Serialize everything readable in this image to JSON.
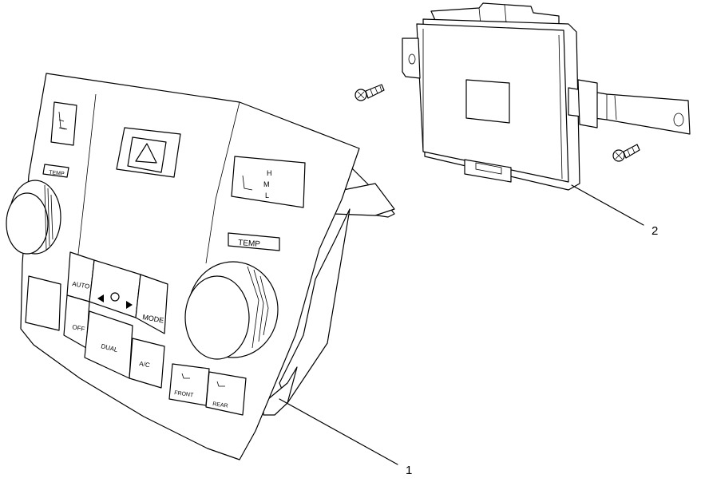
{
  "panel": {
    "temp_left": "TEMP",
    "temp_right": "TEMP",
    "auto": "AUTO",
    "off": "OFF",
    "dual": "DUAL",
    "mode": "MODE",
    "ac": "A/C",
    "front": "FRONT",
    "rear": "REAR",
    "seat_high": "H",
    "seat_mid": "M",
    "seat_low": "L"
  },
  "callouts": {
    "part_1": "1",
    "part_2": "2"
  }
}
